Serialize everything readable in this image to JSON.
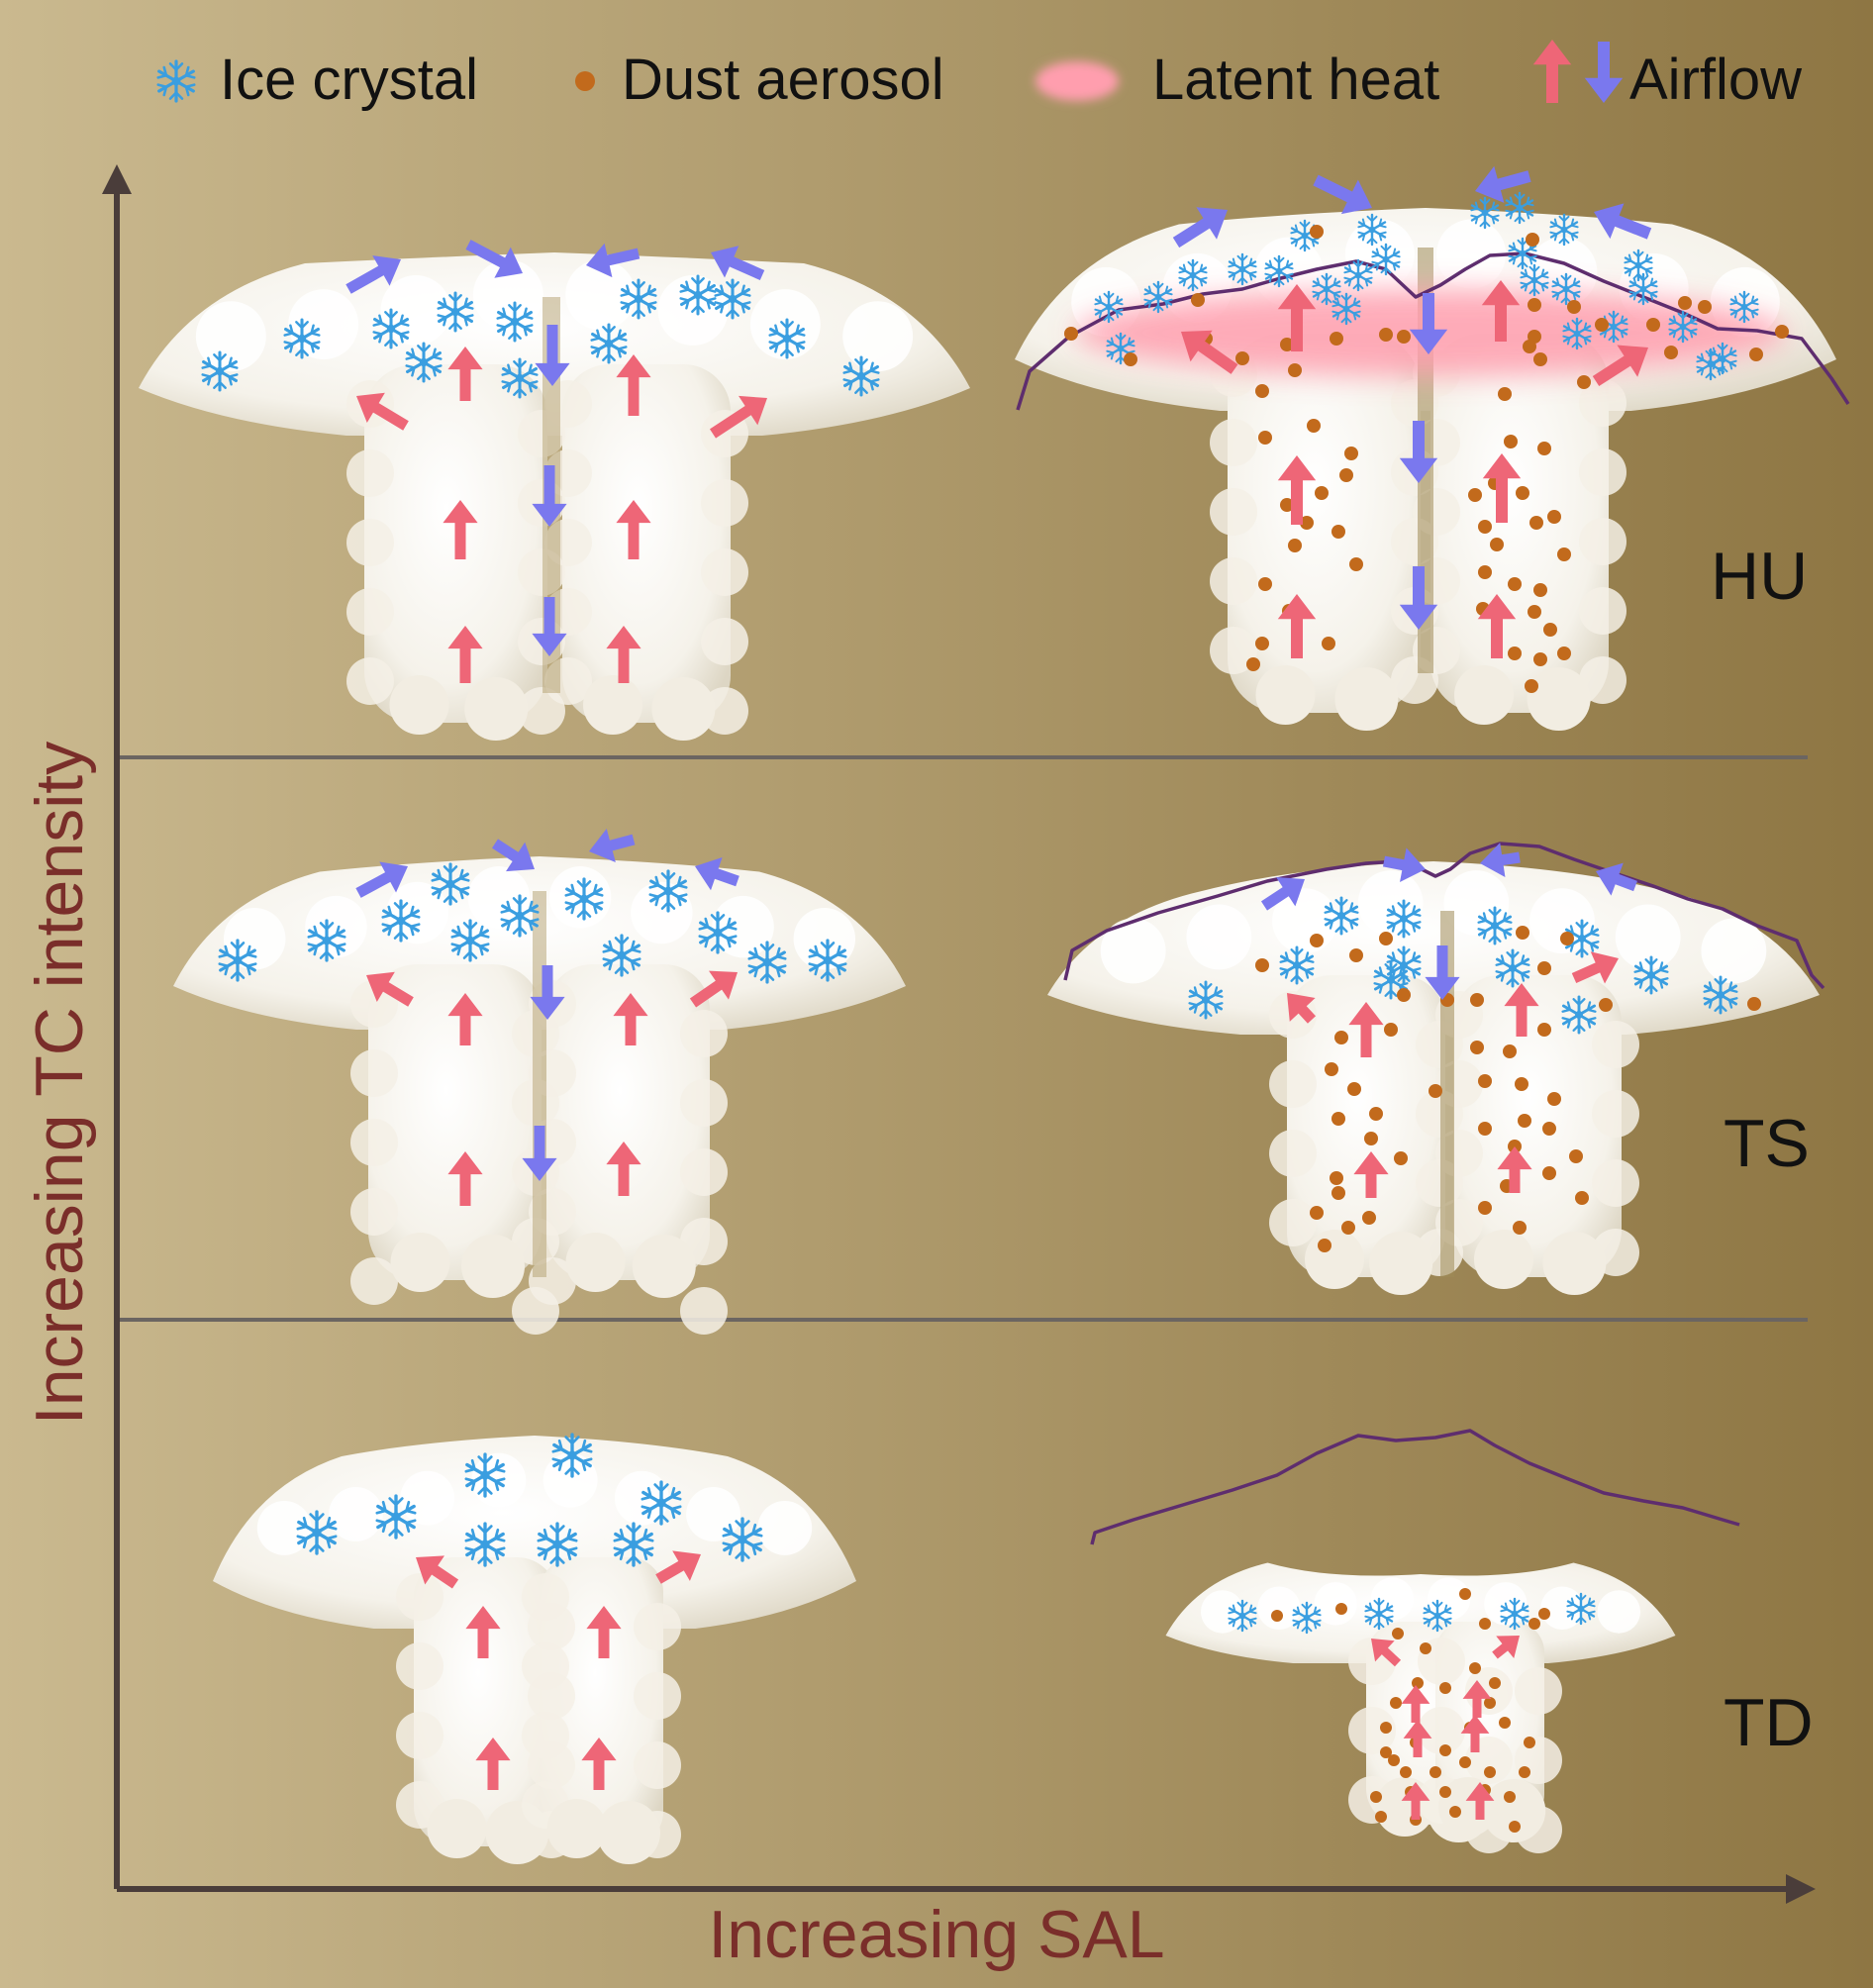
{
  "colors": {
    "background_left": "#cab98f",
    "background_right": "#8e7643",
    "axis": "#4a3d3a",
    "axis_label": "#7a2e2a",
    "ice": "#3a9ee0",
    "dust": "#c26a1c",
    "latent_heat": "#ff9eae",
    "updraft": "#ee6677",
    "downdraft": "#7a78ee",
    "tropopause": "#5e2d6e",
    "cloud": "#fbf9f3",
    "divider": "#6b6561"
  },
  "legend": [
    {
      "icon": "ice-crystal-icon",
      "label": "Ice crystal"
    },
    {
      "icon": "dust-dot-icon",
      "label": "Dust aerosol"
    },
    {
      "icon": "latent-heat-icon",
      "label": "Latent heat"
    },
    {
      "icon": "airflow-arrows-icon",
      "label": "Airflow"
    }
  ],
  "axes": {
    "x_label": "Increasing SAL",
    "y_label": "Increasing TC intensity"
  },
  "rows": [
    {
      "label": "HU"
    },
    {
      "label": "TS"
    },
    {
      "label": "TD"
    }
  ]
}
